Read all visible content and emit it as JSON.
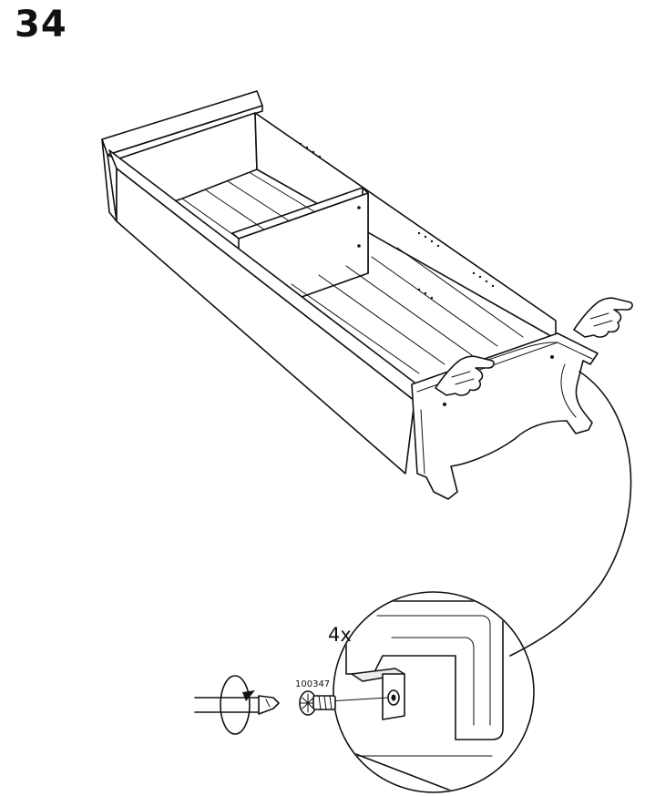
{
  "step": {
    "number": "34"
  },
  "detail": {
    "quantity": "4x",
    "part_number": "100347"
  },
  "icons": {
    "hand_left": "pointing-hand-icon",
    "hand_right": "pointing-hand-icon",
    "screwdriver": "screwdriver-icon",
    "rotate": "rotate-clockwise-icon",
    "screw": "screw-icon"
  }
}
